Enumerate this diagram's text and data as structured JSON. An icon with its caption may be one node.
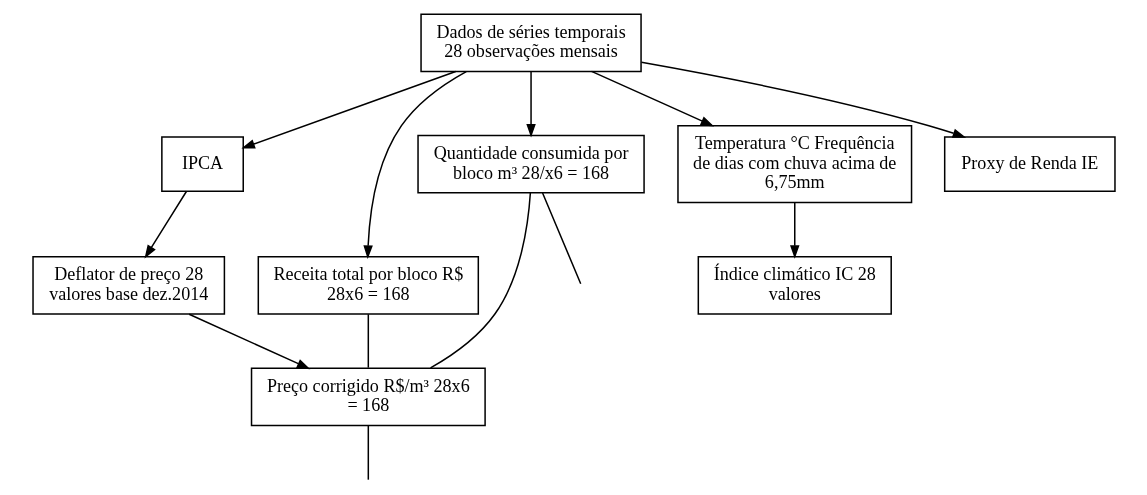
{
  "diagram": {
    "nodes": [
      {
        "text": [
          "Dados de séries temporais 28 observações mensais"
        ]
      },
      {
        "text": [
          "IPCA"
        ]
      },
      {
        "text": [
          "Receita total por bloco R$ 28x6 = 168"
        ]
      },
      {
        "text": [
          "Quantidade consumida por bloco m³ 28/x6 = 168"
        ]
      },
      {
        "text": [
          "Temperatura °C Frequência de dias com chuva acima de 6,75mm"
        ]
      },
      {
        "text": [
          "Deflator de preço 28 valores base dez.2014"
        ]
      },
      {
        "text": [
          "Preço corrigido R$/m³ 28x6 = 168"
        ]
      },
      {
        "text": [
          "Índice climático IC 28 valores"
        ]
      },
      {
        "text": [
          "Proxy de Renda IE"
        ]
      }
    ],
    "edges": [
      {
        "from": 0,
        "to": 1,
        "arrow": "to"
      },
      {
        "from": 0,
        "to": 2,
        "arrow": "to"
      },
      {
        "from": 0,
        "to": 3,
        "arrow": "to"
      },
      {
        "from": 0,
        "to": 4,
        "arrow": "to"
      },
      {
        "from": 0,
        "to": 8,
        "arrow": "to"
      },
      {
        "from": 1,
        "to": 5,
        "arrow": "to"
      },
      {
        "from": 5,
        "to": 6,
        "arrow": "to"
      },
      {
        "from": 2,
        "to": 6,
        "arrow": "none"
      },
      {
        "from": 3,
        "to": 6,
        "arrow": "none"
      },
      {
        "from": 4,
        "to": 7,
        "arrow": "to"
      },
      {
        "from": 6,
        "to": null,
        "arrow": "none"
      },
      {
        "from": 3,
        "to": null,
        "arrow": "none"
      }
    ]
  }
}
